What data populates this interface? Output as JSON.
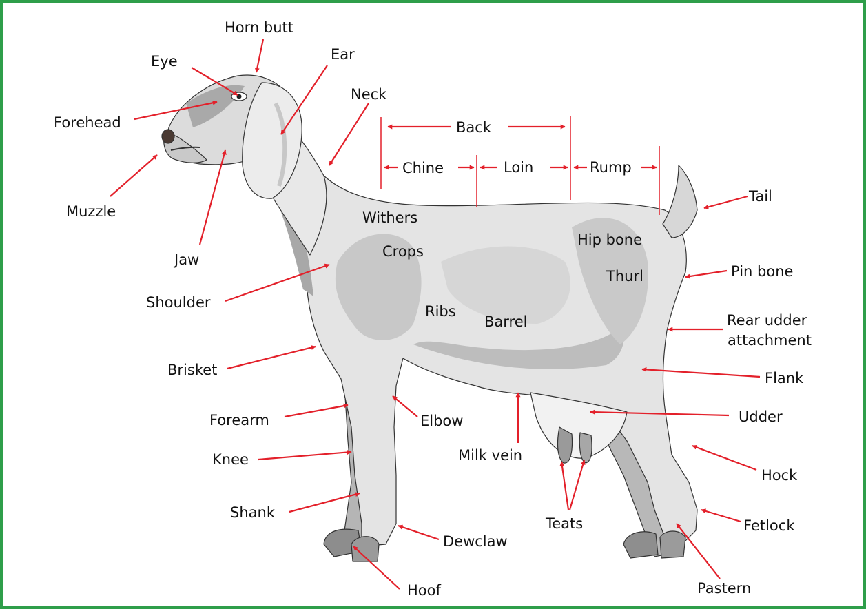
{
  "colors": {
    "border": "#2e9e4a",
    "arrow": "#e3202a",
    "body_light": "#e6e6e6",
    "body_mid": "#c4c4c4",
    "body_shadow": "#9e9e9e",
    "outline": "#222222"
  },
  "labels": {
    "horn_butt": "Horn butt",
    "eye": "Eye",
    "ear": "Ear",
    "neck": "Neck",
    "forehead": "Forehead",
    "muzzle": "Muzzle",
    "jaw": "Jaw",
    "back": "Back",
    "chine": "Chine",
    "loin": "Loin",
    "rump": "Rump",
    "tail": "Tail",
    "withers": "Withers",
    "crops": "Crops",
    "hip_bone": "Hip bone",
    "thurl": "Thurl",
    "pin_bone": "Pin bone",
    "shoulder": "Shoulder",
    "ribs": "Ribs",
    "barrel": "Barrel",
    "rear_udder_1": "Rear udder",
    "rear_udder_2": "attachment",
    "brisket": "Brisket",
    "flank": "Flank",
    "forearm": "Forearm",
    "elbow": "Elbow",
    "udder": "Udder",
    "milk_vein": "Milk vein",
    "knee": "Knee",
    "hock": "Hock",
    "shank": "Shank",
    "teats": "Teats",
    "fetlock": "Fetlock",
    "dewclaw": "Dewclaw",
    "pastern": "Pastern",
    "hoof": "Hoof"
  }
}
